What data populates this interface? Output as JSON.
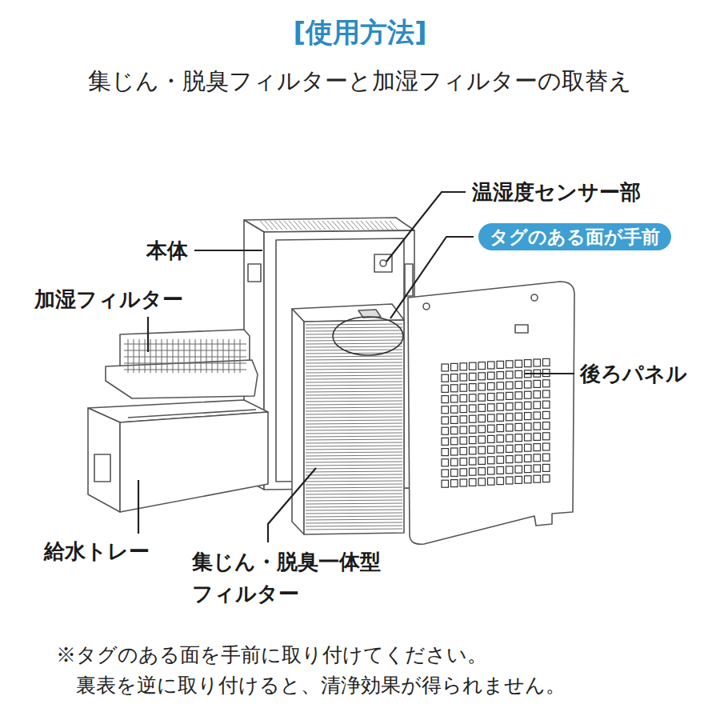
{
  "diagram": {
    "title": "[使用方法]",
    "nodes": [
      {
        "text": [
          "タグのある面が手前"
        ]
      }
    ],
    "labels": [
      "集じん・脱臭フィルターと加湿フィルターの取替え",
      "温湿度センサー部",
      "本体",
      "加湿フィルター",
      "後ろパネル",
      "給水トレー",
      "集じん・脱臭一体型 フィルター",
      "※タグのある面を手前に取り付けてください。 裏表を逆に取り付けると、清浄効果が得られません。"
    ]
  }
}
